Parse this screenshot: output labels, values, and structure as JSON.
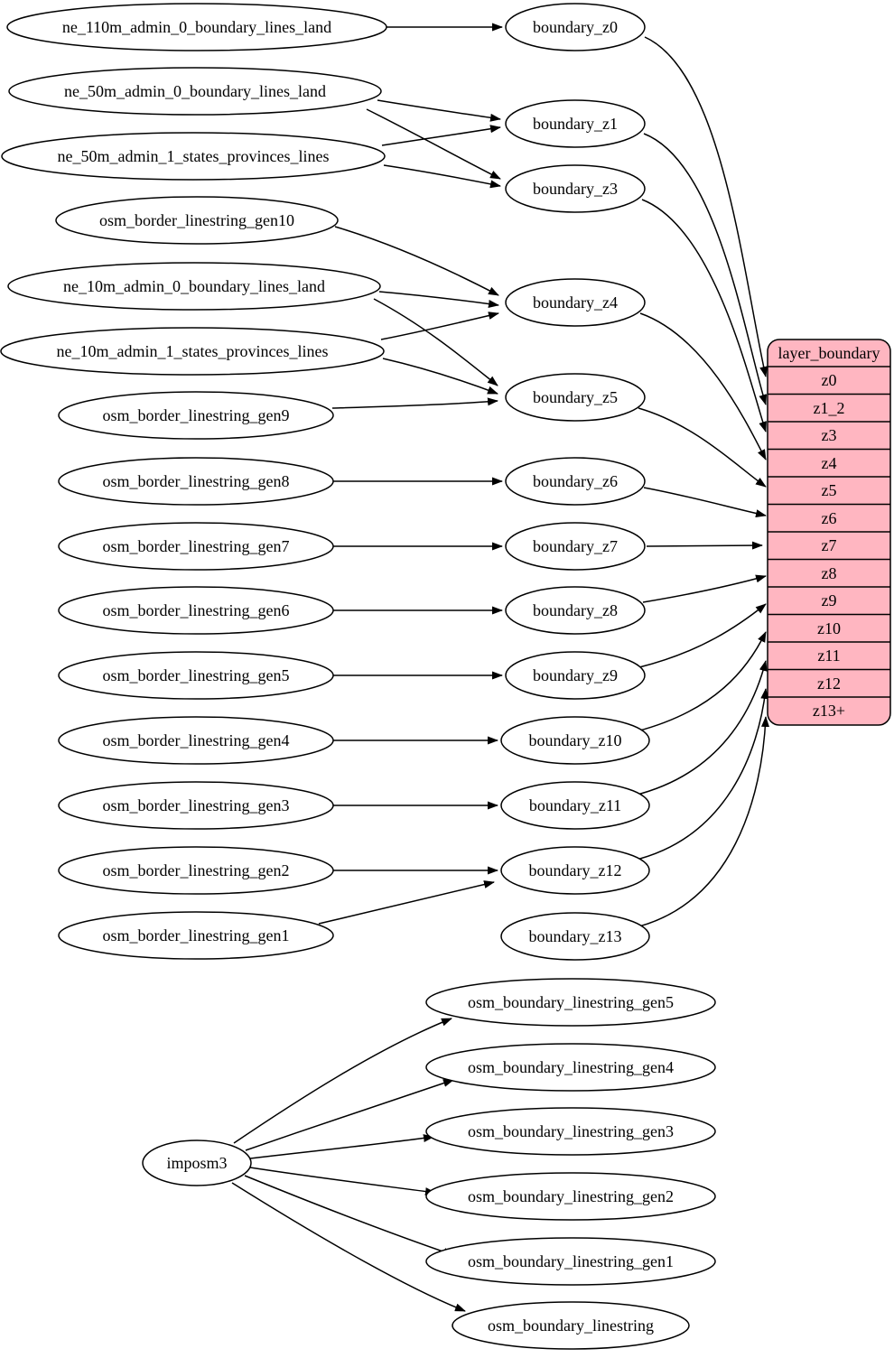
{
  "colors": {
    "node_fill": "#ffffff",
    "node_stroke": "#000000",
    "edge": "#000000",
    "table_fill": "#ffb6c1"
  },
  "source_nodes": [
    "ne_110m_admin_0_boundary_lines_land",
    "ne_50m_admin_0_boundary_lines_land",
    "ne_50m_admin_1_states_provinces_lines",
    "osm_border_linestring_gen10",
    "ne_10m_admin_0_boundary_lines_land",
    "ne_10m_admin_1_states_provinces_lines",
    "osm_border_linestring_gen9",
    "osm_border_linestring_gen8",
    "osm_border_linestring_gen7",
    "osm_border_linestring_gen6",
    "osm_border_linestring_gen5",
    "osm_border_linestring_gen4",
    "osm_border_linestring_gen3",
    "osm_border_linestring_gen2",
    "osm_border_linestring_gen1"
  ],
  "boundary_nodes": [
    "boundary_z0",
    "boundary_z1",
    "boundary_z3",
    "boundary_z4",
    "boundary_z5",
    "boundary_z6",
    "boundary_z7",
    "boundary_z8",
    "boundary_z9",
    "boundary_z10",
    "boundary_z11",
    "boundary_z12",
    "boundary_z13"
  ],
  "layer_table": {
    "title": "layer_boundary",
    "rows": [
      "z0",
      "z1_2",
      "z3",
      "z4",
      "z5",
      "z6",
      "z7",
      "z8",
      "z9",
      "z10",
      "z11",
      "z12",
      "z13+"
    ]
  },
  "importer": {
    "label": "imposm3"
  },
  "osm_output_nodes": [
    "osm_boundary_linestring_gen5",
    "osm_boundary_linestring_gen4",
    "osm_boundary_linestring_gen3",
    "osm_boundary_linestring_gen2",
    "osm_boundary_linestring_gen1",
    "osm_boundary_linestring"
  ],
  "edges": [
    {
      "from": "ne_110m_admin_0_boundary_lines_land",
      "to": "boundary_z0"
    },
    {
      "from": "ne_50m_admin_0_boundary_lines_land",
      "to": "boundary_z1"
    },
    {
      "from": "ne_50m_admin_1_states_provinces_lines",
      "to": "boundary_z1"
    },
    {
      "from": "ne_50m_admin_0_boundary_lines_land",
      "to": "boundary_z3"
    },
    {
      "from": "ne_50m_admin_1_states_provinces_lines",
      "to": "boundary_z3"
    },
    {
      "from": "osm_border_linestring_gen10",
      "to": "boundary_z4"
    },
    {
      "from": "ne_10m_admin_0_boundary_lines_land",
      "to": "boundary_z4"
    },
    {
      "from": "ne_10m_admin_1_states_provinces_lines",
      "to": "boundary_z4"
    },
    {
      "from": "ne_10m_admin_0_boundary_lines_land",
      "to": "boundary_z5"
    },
    {
      "from": "ne_10m_admin_1_states_provinces_lines",
      "to": "boundary_z5"
    },
    {
      "from": "osm_border_linestring_gen9",
      "to": "boundary_z5"
    },
    {
      "from": "osm_border_linestring_gen8",
      "to": "boundary_z6"
    },
    {
      "from": "osm_border_linestring_gen7",
      "to": "boundary_z7"
    },
    {
      "from": "osm_border_linestring_gen6",
      "to": "boundary_z8"
    },
    {
      "from": "osm_border_linestring_gen5",
      "to": "boundary_z9"
    },
    {
      "from": "osm_border_linestring_gen4",
      "to": "boundary_z10"
    },
    {
      "from": "osm_border_linestring_gen3",
      "to": "boundary_z11"
    },
    {
      "from": "osm_border_linestring_gen2",
      "to": "boundary_z12"
    },
    {
      "from": "osm_border_linestring_gen1",
      "to": "boundary_z12"
    },
    {
      "from": "boundary_z0",
      "to": "layer_boundary.z0"
    },
    {
      "from": "boundary_z1",
      "to": "layer_boundary.z1_2"
    },
    {
      "from": "boundary_z3",
      "to": "layer_boundary.z3"
    },
    {
      "from": "boundary_z4",
      "to": "layer_boundary.z4"
    },
    {
      "from": "boundary_z5",
      "to": "layer_boundary.z5"
    },
    {
      "from": "boundary_z6",
      "to": "layer_boundary.z6"
    },
    {
      "from": "boundary_z7",
      "to": "layer_boundary.z7"
    },
    {
      "from": "boundary_z8",
      "to": "layer_boundary.z8"
    },
    {
      "from": "boundary_z9",
      "to": "layer_boundary.z9"
    },
    {
      "from": "boundary_z10",
      "to": "layer_boundary.z10"
    },
    {
      "from": "boundary_z11",
      "to": "layer_boundary.z11"
    },
    {
      "from": "boundary_z12",
      "to": "layer_boundary.z12"
    },
    {
      "from": "boundary_z13",
      "to": "layer_boundary.z13+"
    },
    {
      "from": "imposm3",
      "to": "osm_boundary_linestring_gen5"
    },
    {
      "from": "imposm3",
      "to": "osm_boundary_linestring_gen4"
    },
    {
      "from": "imposm3",
      "to": "osm_boundary_linestring_gen3"
    },
    {
      "from": "imposm3",
      "to": "osm_boundary_linestring_gen2"
    },
    {
      "from": "imposm3",
      "to": "osm_boundary_linestring_gen1"
    },
    {
      "from": "imposm3",
      "to": "osm_boundary_linestring"
    }
  ]
}
